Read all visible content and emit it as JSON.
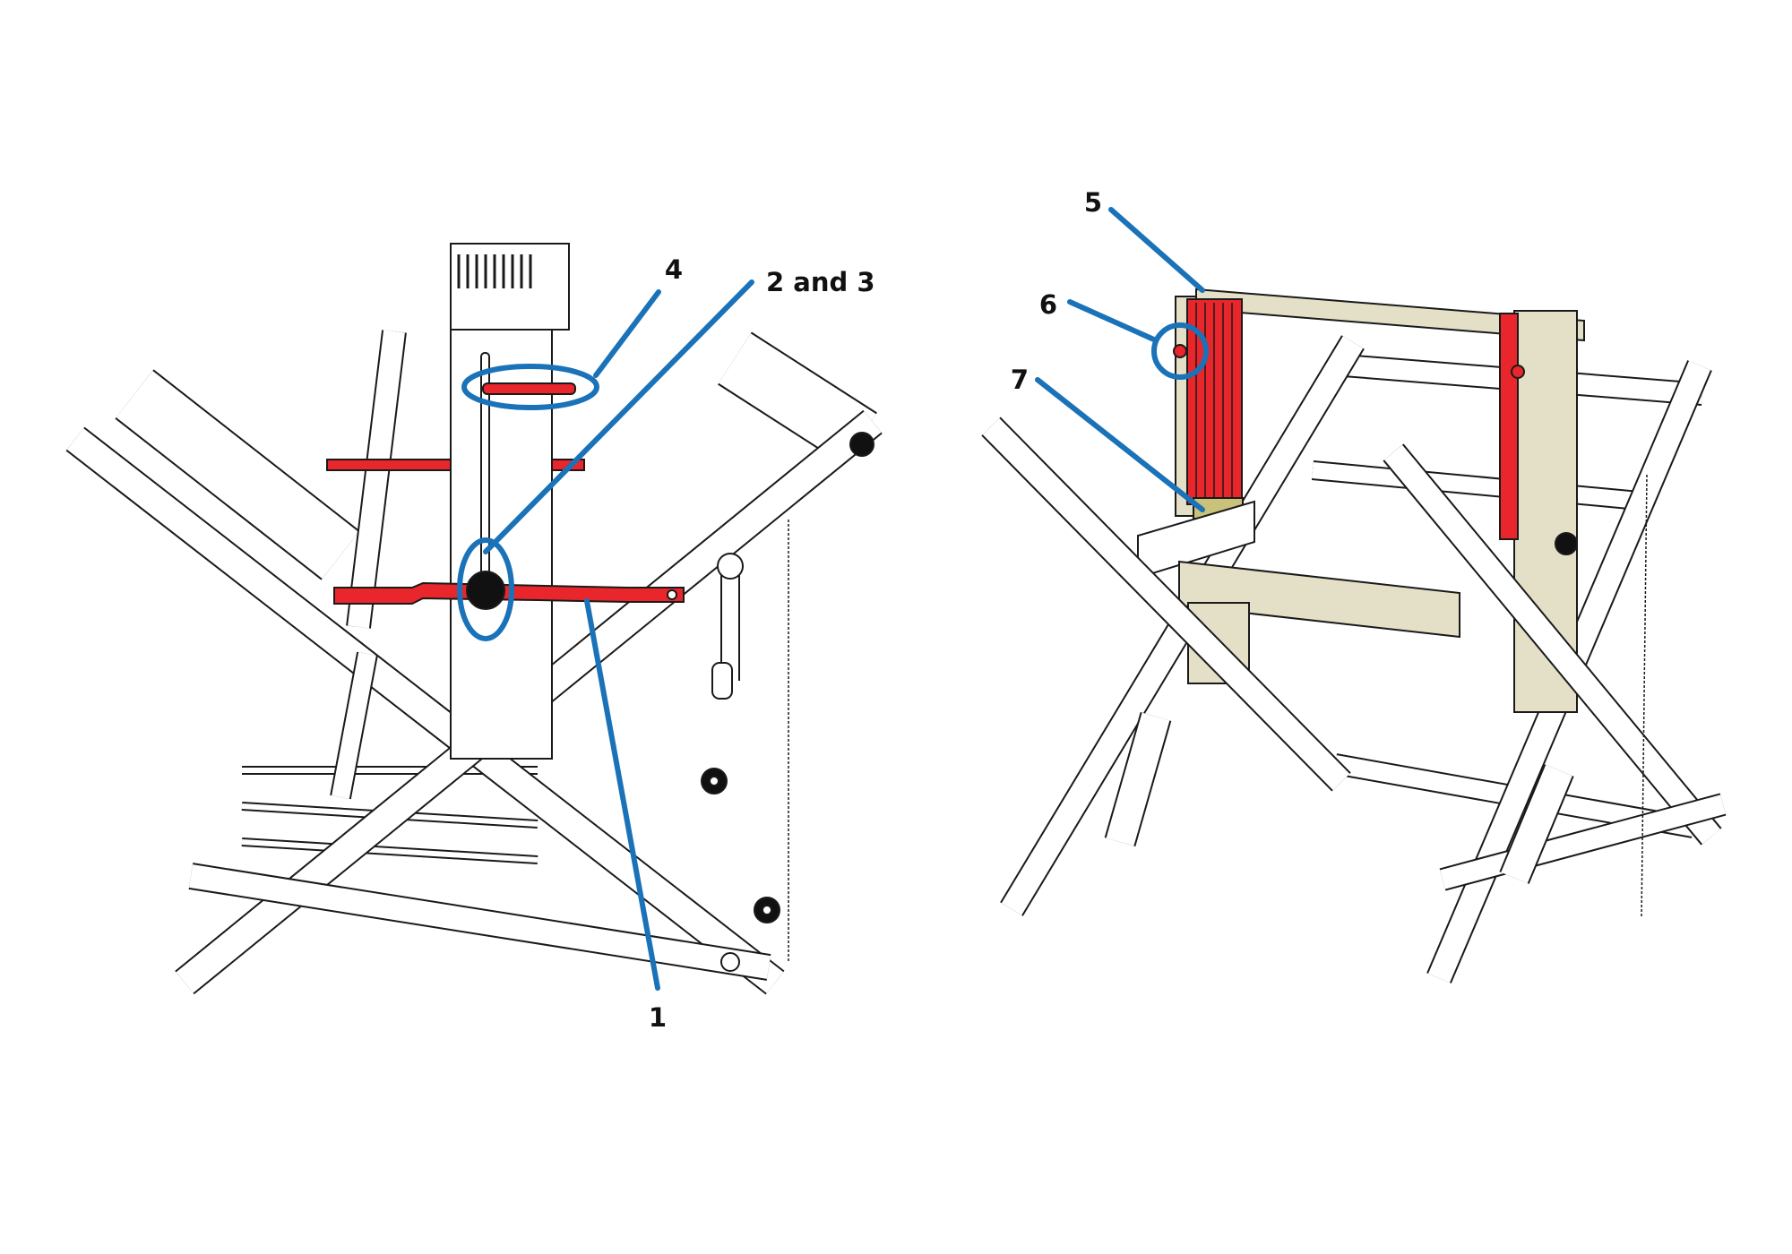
{
  "colors": {
    "callout": "#1a72b8",
    "highlight_red": "#e8262b",
    "frame_cream": "#e3e0c7",
    "block_yellow": "#c9c27a",
    "outline": "#1a1a1a"
  },
  "left_figure": {
    "callouts": [
      {
        "id": "1",
        "label": "1"
      },
      {
        "id": "2-3",
        "label": "2 and 3"
      },
      {
        "id": "4",
        "label": "4"
      }
    ]
  },
  "right_figure": {
    "callouts": [
      {
        "id": "5",
        "label": "5"
      },
      {
        "id": "6",
        "label": "6"
      },
      {
        "id": "7",
        "label": "7"
      }
    ]
  }
}
